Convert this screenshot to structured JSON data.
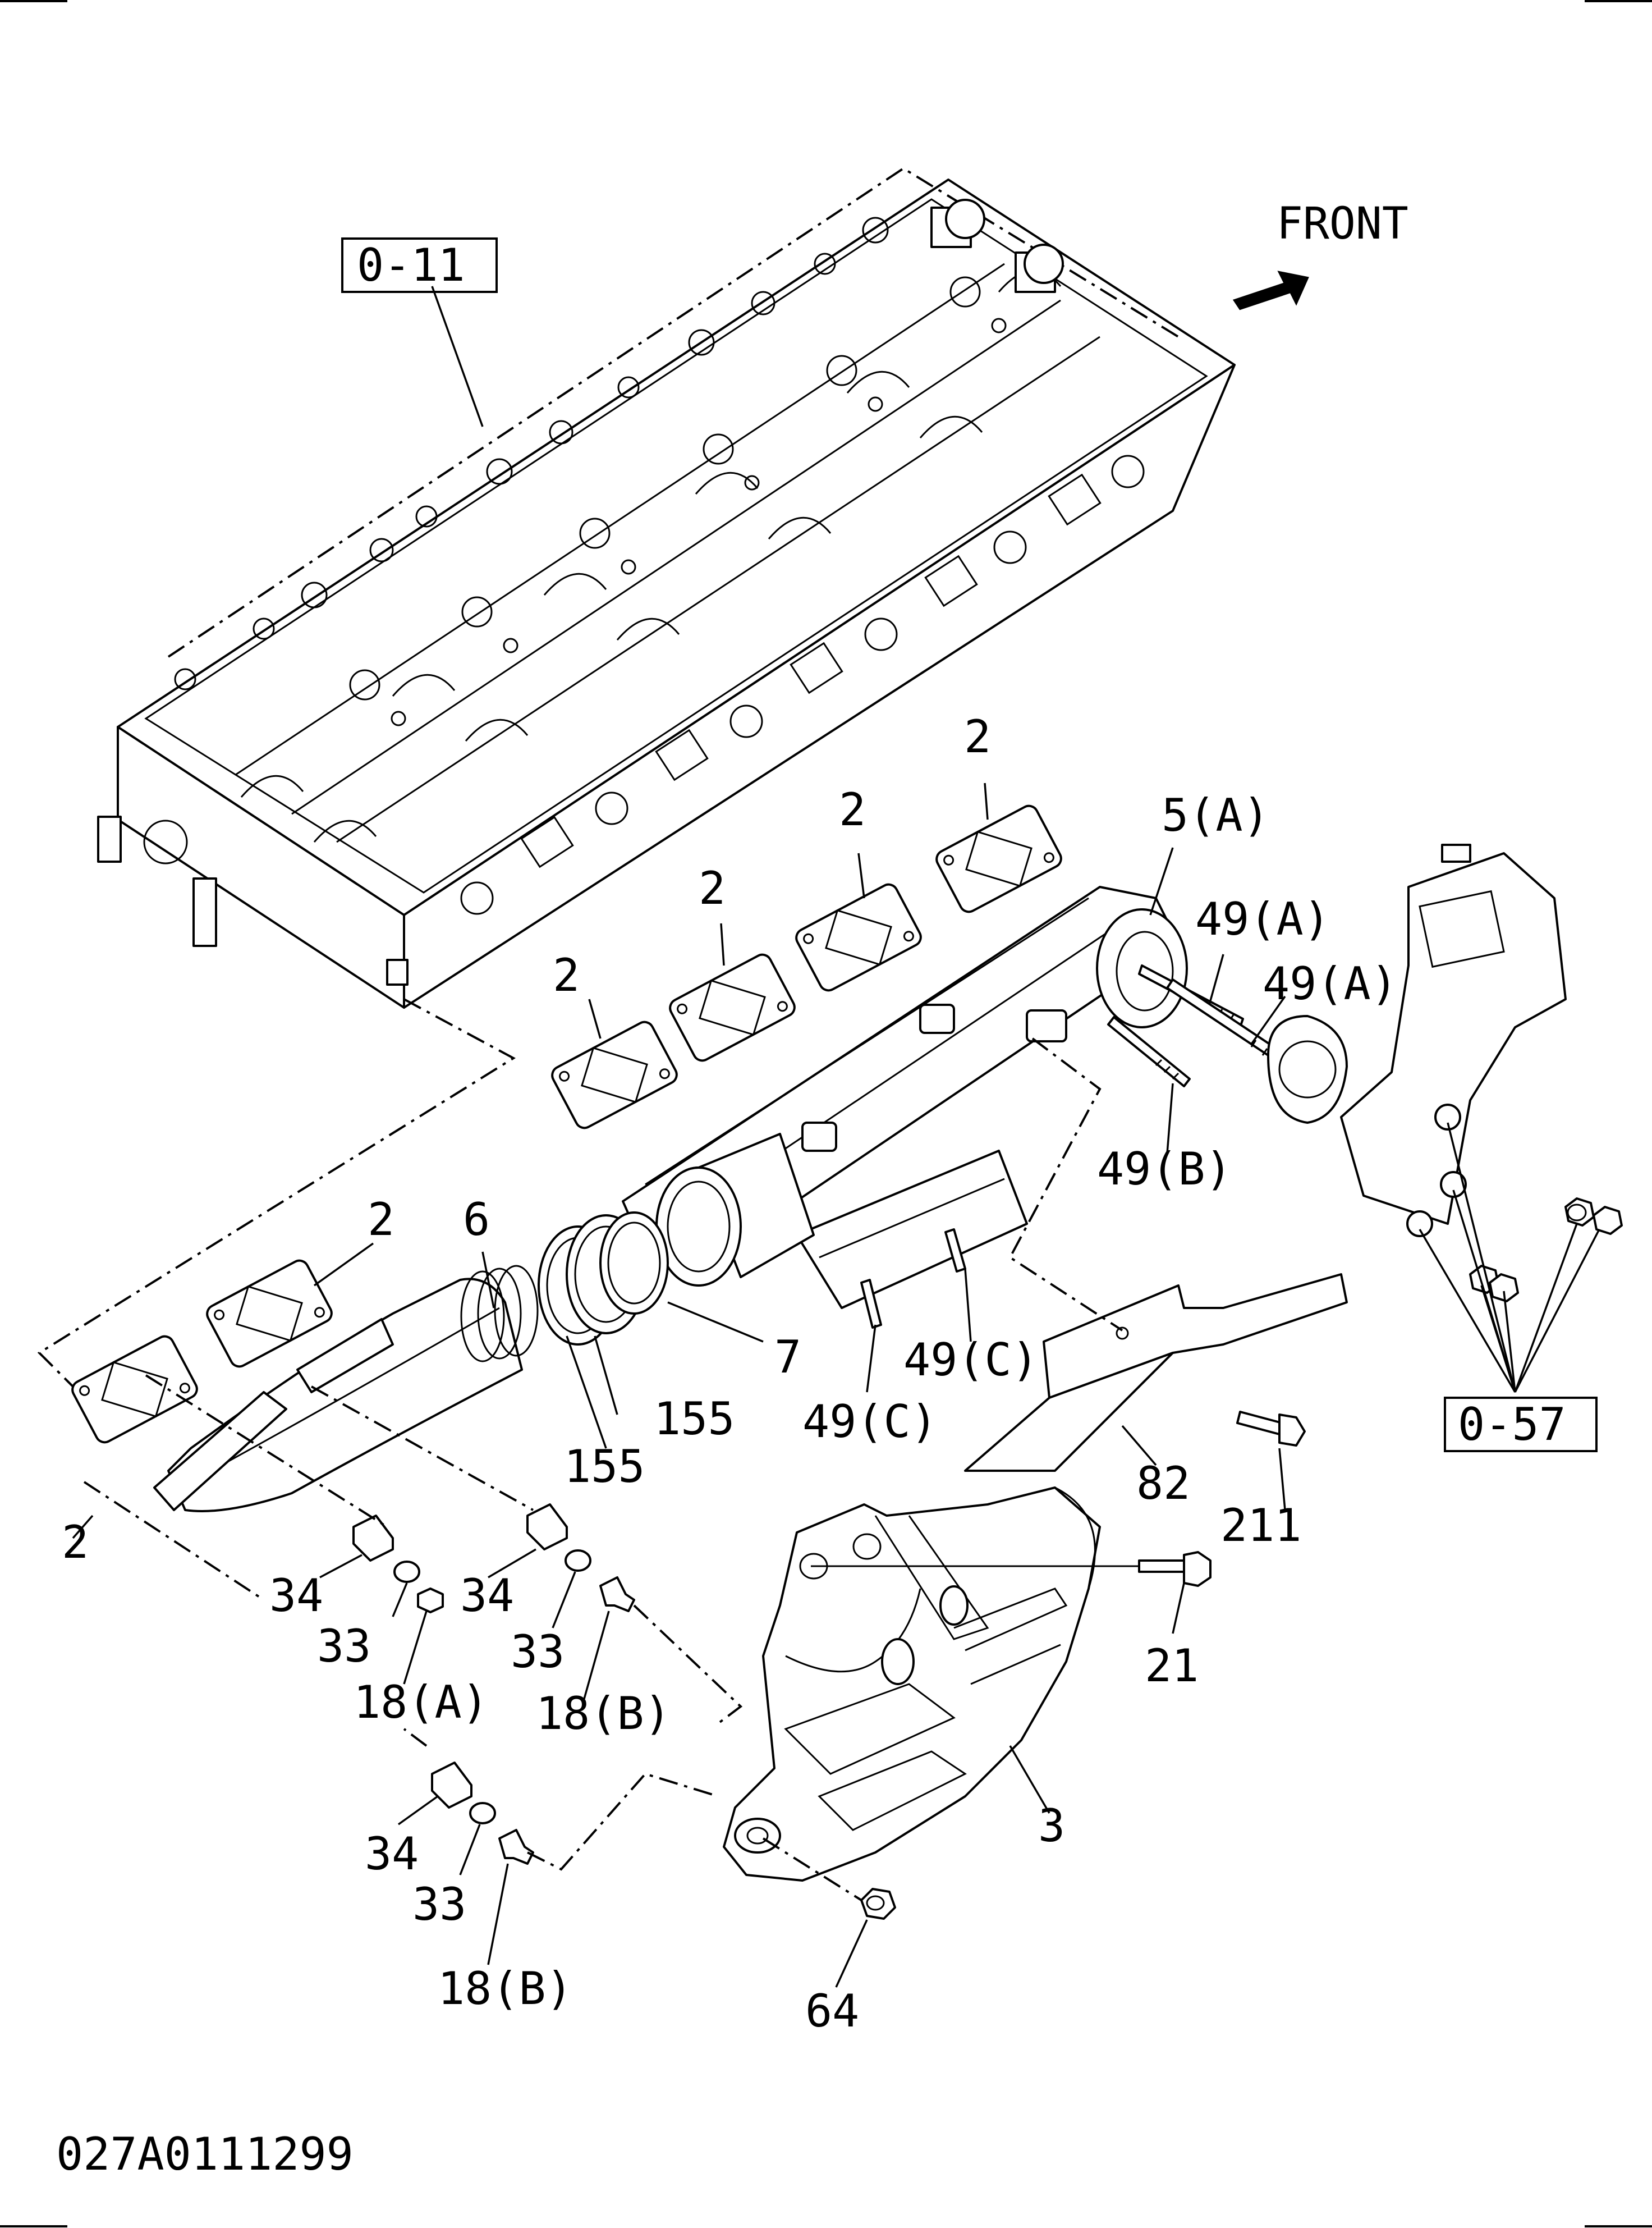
{
  "drawing_number": "027A0111299",
  "direction_label": "FRONT",
  "ref_boxes": [
    "0-11",
    "0-57"
  ],
  "callouts": {
    "cylinder_head": "0-11",
    "water_outlet": "0-57",
    "gasket_1": "2",
    "gasket_2": "2",
    "gasket_3": "2",
    "gasket_4": "2",
    "gasket_5": "2",
    "gasket_6": "2",
    "manifold_rear": "5(A)",
    "stud_a1": "49(A)",
    "stud_a2": "49(A)",
    "stud_b": "49(B)",
    "stud_c1": "49(C)",
    "stud_c2": "49(C)",
    "manifold_front": "6",
    "seal_ring_outer": "7",
    "seal_ring_1": "155",
    "seal_ring_2": "155",
    "heat_shield": "82",
    "bolt_211": "211",
    "bolt_21": "21",
    "turbo_cover": "3",
    "spacer_1": "34",
    "spacer_2": "34",
    "spacer_3": "34",
    "washer_1": "33",
    "washer_2": "33",
    "washer_3": "33",
    "nut_a": "18(A)",
    "nut_b1": "18(B)",
    "nut_b2": "18(B)",
    "nut_64": "64"
  }
}
